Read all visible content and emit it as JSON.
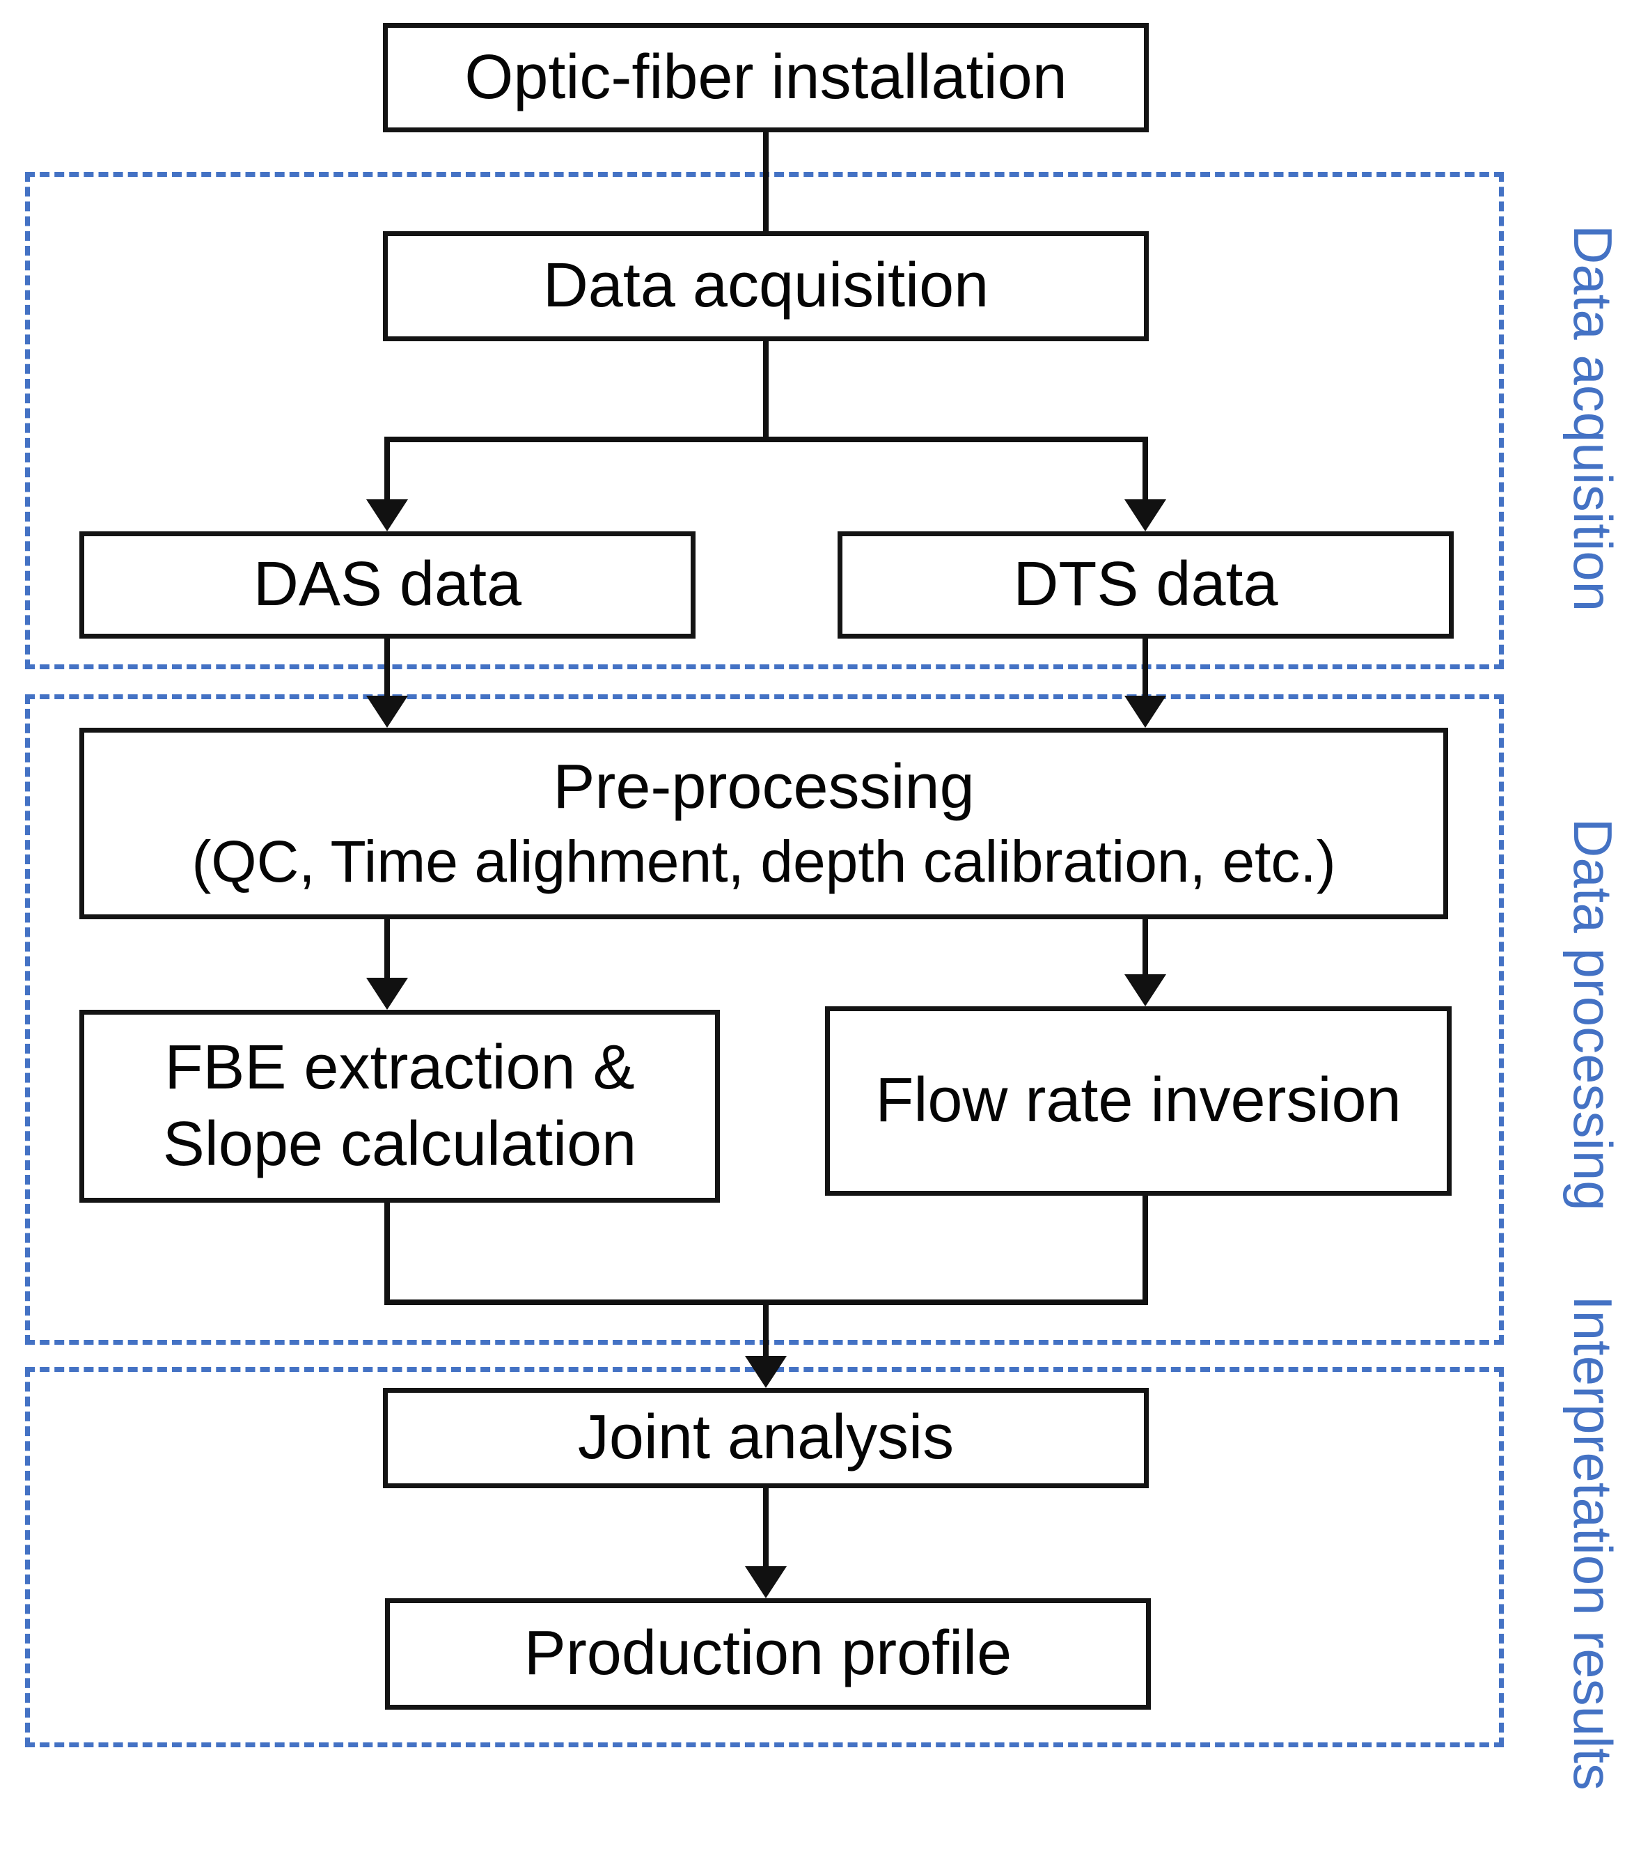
{
  "diagram_title": "DAS/DTS production profiling workflow flowchart",
  "nodes": {
    "optic": "Optic-fiber installation",
    "acquisition": "Data acquisition",
    "das": "DAS data",
    "dts": "DTS data",
    "pre_line1": "Pre-processing",
    "pre_line2": "(QC, Time alighment, depth calibration, etc.)",
    "fbe_line1": "FBE extraction &",
    "fbe_line2": "Slope calculation",
    "flow": "Flow rate inversion",
    "joint": "Joint analysis",
    "production": "Production profile"
  },
  "regions": [
    {
      "label": "Data acquisition"
    },
    {
      "label": "Data processing"
    },
    {
      "label": "Interpretation results"
    }
  ],
  "colors": {
    "region_border": "#4472C4",
    "region_label": "#4472C4",
    "box_border": "#141414",
    "connector": "#111111",
    "background": "#ffffff"
  }
}
